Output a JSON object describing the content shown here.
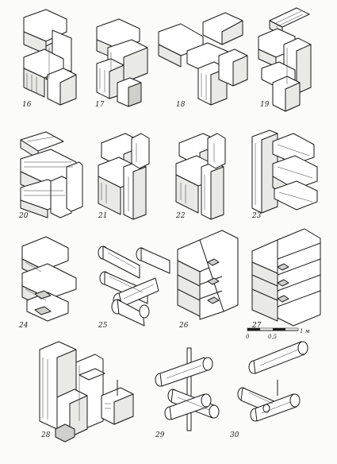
{
  "figures": [
    {
      "label": "16"
    },
    {
      "label": "17"
    },
    {
      "label": "18"
    },
    {
      "label": "19"
    },
    {
      "label": "20"
    },
    {
      "label": "21"
    },
    {
      "label": "22"
    },
    {
      "label": "23"
    },
    {
      "label": "24"
    },
    {
      "label": "25"
    },
    {
      "label": "26"
    },
    {
      "label": "27"
    },
    {
      "label": "28"
    },
    {
      "label": "29"
    },
    {
      "label": "30"
    }
  ],
  "scale_bar": {
    "ticks": [
      "0",
      "0,5",
      "1 м"
    ]
  }
}
